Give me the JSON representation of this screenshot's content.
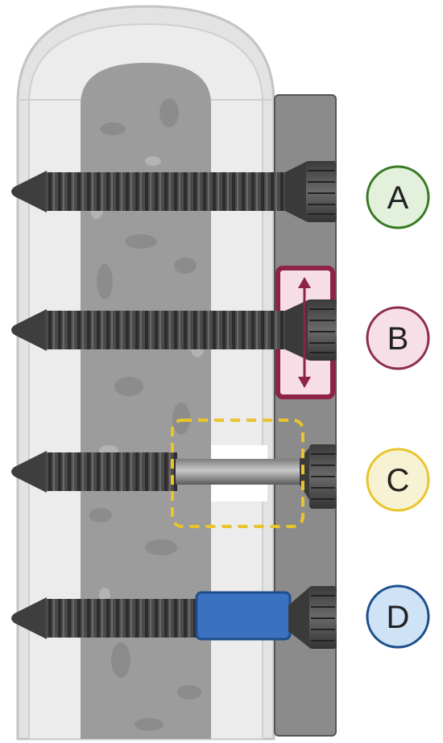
{
  "labels": [
    {
      "id": "A",
      "text": "A",
      "fill": "#e3f1dc",
      "stroke": "#3a7a23"
    },
    {
      "id": "B",
      "text": "B",
      "fill": "#f6dfe6",
      "stroke": "#8d2d4d"
    },
    {
      "id": "C",
      "text": "C",
      "fill": "#f8f2d4",
      "stroke": "#e8c52a"
    },
    {
      "id": "D",
      "text": "D",
      "fill": "#cfe3f7",
      "stroke": "#1e4f8c"
    }
  ],
  "colors": {
    "bone_outer": "#e4e4e4",
    "bone_marrow": "#9b9b9b",
    "plate": "#8a8a8a",
    "screw": "#454545",
    "box_b_fill": "#f7dde5",
    "box_b_stroke": "#8d2347",
    "box_c_stroke": "#e8c52a",
    "spacer_d": "#3a72c0"
  },
  "icons": [
    "screw-icon",
    "double-arrow-icon",
    "bone-icon",
    "plate-icon"
  ]
}
